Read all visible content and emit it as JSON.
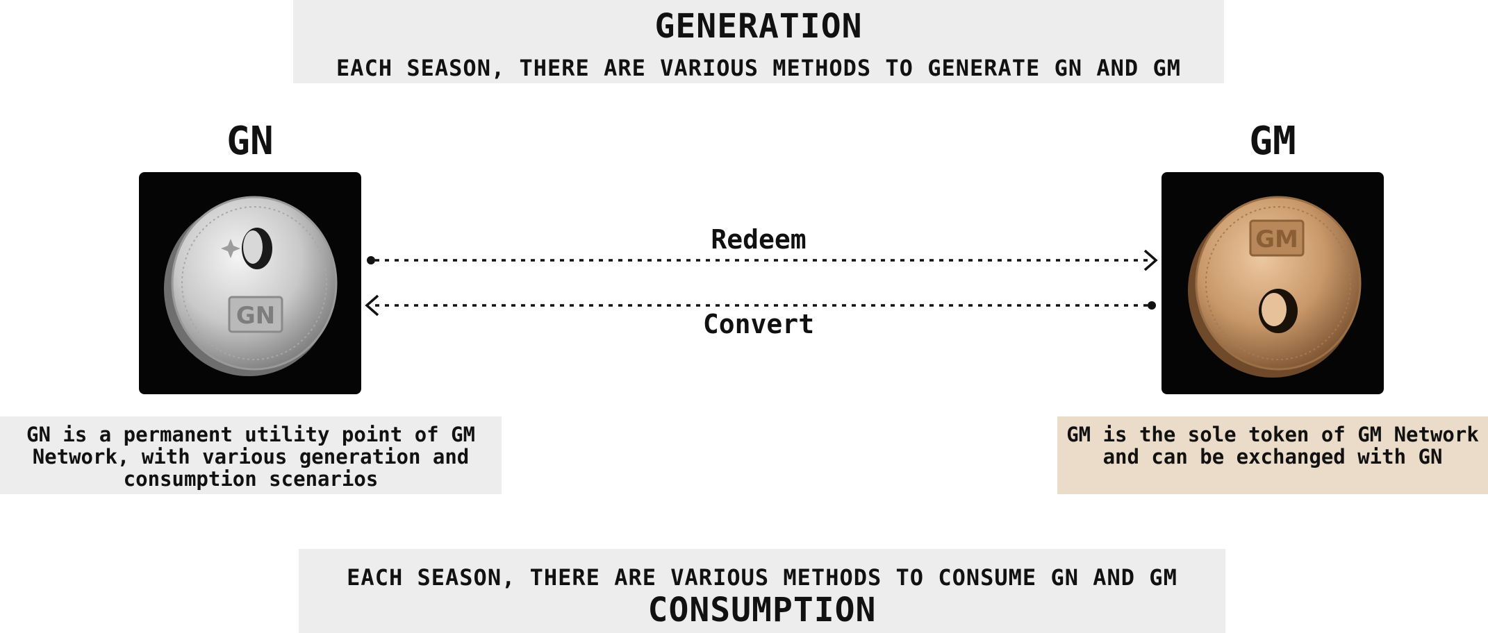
{
  "generation": {
    "title": "GENERATION",
    "subtitle": "EACH SEASON, THERE ARE VARIOUS METHODS TO GENERATE GN AND GM"
  },
  "consumption": {
    "subtitle": "EACH SEASON, THERE ARE VARIOUS METHODS TO CONSUME GN AND GM",
    "title": "CONSUMPTION"
  },
  "gn": {
    "label": "GN",
    "coin_text": "GN",
    "description": "GN is a permanent utility point of GM Network, with various generation and consumption scenarios",
    "coin_color": "#c9c9c9",
    "desc_bg": "#ededed"
  },
  "gm": {
    "label": "GM",
    "coin_text": "GM",
    "description": "GM is the sole token of GM Network and can be exchanged with GN",
    "coin_color": "#c9986a",
    "desc_bg": "#eadcc8"
  },
  "arrows": {
    "redeem_label": "Redeem",
    "convert_label": "Convert"
  }
}
